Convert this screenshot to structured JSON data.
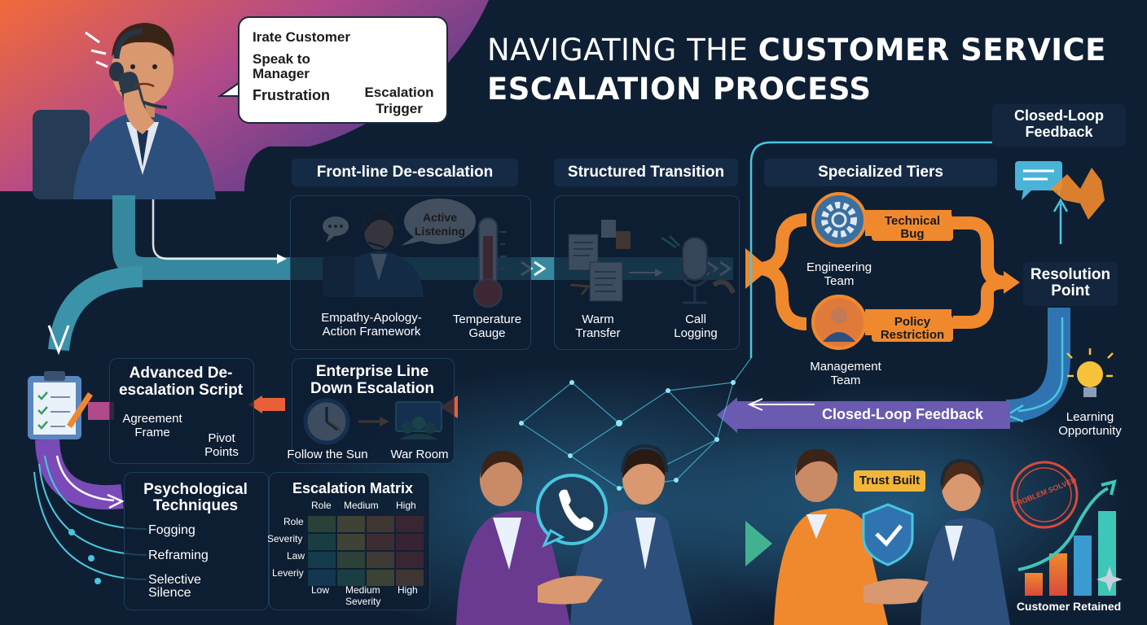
{
  "title": {
    "line1_light": "NAVIGATING THE ",
    "line1_bold": "CUSTOMER SERVICE",
    "line2": "ESCALATION PROCESS"
  },
  "bubble": {
    "irate": "Irate Customer",
    "speak1": "Speak to",
    "speak2": "Manager",
    "frustration": "Frustration",
    "trigger1": "Escalation",
    "trigger2": "Trigger"
  },
  "frontline": {
    "header": "Front-line De-escalation",
    "active1": "Active",
    "active2": "Listening",
    "eaa1": "Empathy-Apology-",
    "eaa2": "Action Framework",
    "temp1": "Temperature",
    "temp2": "Gauge"
  },
  "transition": {
    "header": "Structured Transition",
    "warm1": "Warm",
    "warm2": "Transfer",
    "call1": "Call",
    "call2": "Logging"
  },
  "tiers": {
    "header": "Specialized Tiers",
    "tech1": "Technical",
    "tech2": "Bug",
    "eng1": "Engineering",
    "eng2": "Team",
    "policy1": "Policy",
    "policy2": "Restriction",
    "mgmt1": "Management",
    "mgmt2": "Team"
  },
  "resolution": {
    "line1": "Resolution",
    "line2": "Point"
  },
  "closed_top": {
    "line1": "Closed-Loop",
    "line2": "Feedback"
  },
  "closed_arrow": "Closed-Loop Feedback",
  "learning": {
    "line1": "Learning",
    "line2": "Opportunity"
  },
  "advanced": {
    "title1": "Advanced De-",
    "title2": "escalation Script",
    "agree1": "Agreement",
    "agree2": "Frame",
    "pivot1": "Pivot",
    "pivot2": "Points"
  },
  "enterprise": {
    "title1": "Enterprise Line",
    "title2": "Down Escalation",
    "sun": "Follow the Sun",
    "war": "War Room"
  },
  "psych": {
    "title1": "Psychological",
    "title2": "Techniques",
    "items": [
      "Fogging",
      "Reframing",
      "Selective",
      "Silence"
    ]
  },
  "matrix": {
    "title": "Escalation Matrix",
    "cols": [
      "Role",
      "Medium",
      "High"
    ],
    "rows": [
      "Role",
      "Severity",
      "Law",
      "Leveriy"
    ],
    "bottom": [
      "Low",
      "Medium",
      "Severity",
      "High"
    ],
    "colors": [
      [
        "#8fc24a",
        "#f2c53d",
        "#f08a35",
        "#d8423a"
      ],
      [
        "#3fae7a",
        "#f2c53d",
        "#e8663a",
        "#cf3a3a"
      ],
      [
        "#2e9fb0",
        "#9cc24a",
        "#f0a13a",
        "#d8423a"
      ],
      [
        "#2a8fc0",
        "#4fb07a",
        "#e2c73d",
        "#f08a35"
      ]
    ]
  },
  "trust": "Trust Built",
  "stamp": "PROBLEM SOLVED",
  "retained": "Customer Retained",
  "colors": {
    "bg": "#0f1f33",
    "orange": "#f0892e",
    "teal": "#3ec6b8",
    "purple": "#7a4bb8",
    "cyan": "#49c6e0"
  }
}
